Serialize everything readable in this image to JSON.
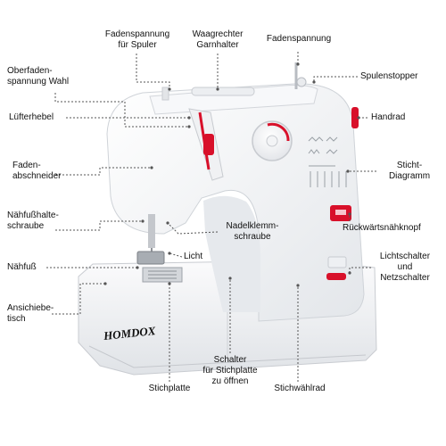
{
  "brand": "HOMDOX",
  "labels": {
    "fadenspannung_spuler": [
      "Fadenspannung",
      "für Spuler"
    ],
    "garnhalter": [
      "Waagrechter",
      "Garnhalter"
    ],
    "fadenspannung": [
      "Fadenspannung"
    ],
    "oberfaden": [
      "Oberfaden-",
      "spannung Wahl"
    ],
    "spulenstopper": [
      "Spulenstopper"
    ],
    "luefterhebel": [
      "Lüfterhebel"
    ],
    "handrad": [
      "Handrad"
    ],
    "fadenabschneider": [
      "Faden-",
      "abschneider"
    ],
    "stichtdiagramm": [
      "Sticht-",
      "Diagramm"
    ],
    "naehfusshalte": [
      "Nähfußhalte-",
      "schraube"
    ],
    "nadelklemm": [
      "Nadelklemm-",
      "schraube"
    ],
    "rueckwaerts": [
      "Rückwärtsnähknopf"
    ],
    "licht": [
      "Licht"
    ],
    "lichtschalter": [
      "Lichtschalter",
      "und",
      "Netzschalter"
    ],
    "naehfuss": [
      "Nähfuß"
    ],
    "ansiebetisch": [
      "Ansichiebe-",
      "tisch"
    ],
    "schalter": [
      "Schalter",
      "für Stichplatte",
      "zu öffnen"
    ],
    "stichplatte": [
      "Stichplatte"
    ],
    "stichwahlrad": [
      "Stichwählrad"
    ]
  },
  "colors": {
    "accent": "#d8102a",
    "body": "#f4f5f7",
    "shadow": "#d9dce1",
    "leader": "#555555"
  }
}
